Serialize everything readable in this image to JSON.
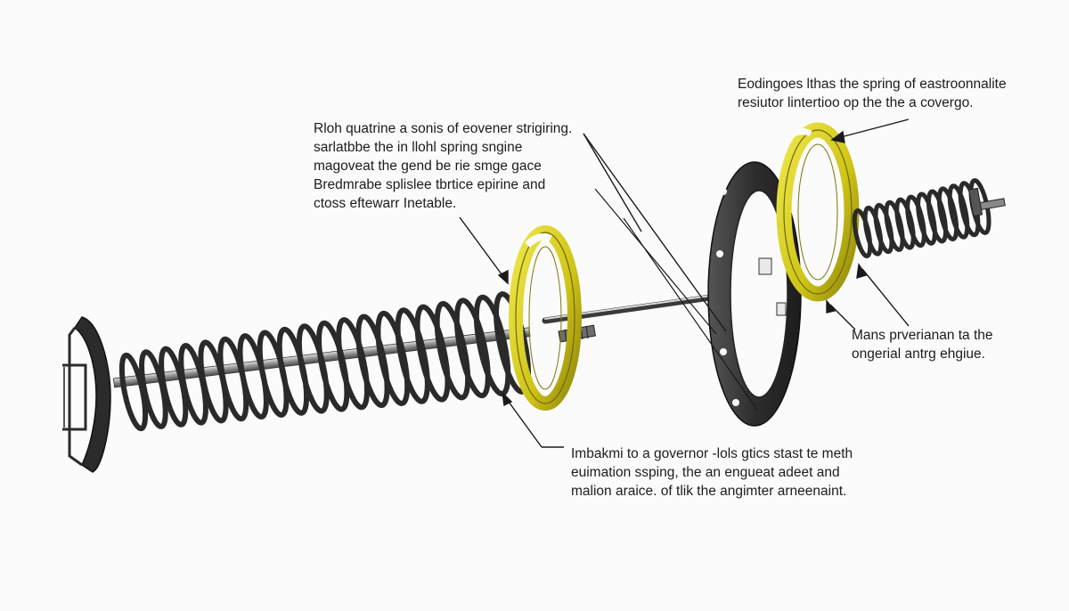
{
  "callouts": {
    "top_right": {
      "lines": [
        "Eodingoes lthas the spring of eastroonnalite",
        "resiutor lintertioo op the the a covergo."
      ]
    },
    "top_left": {
      "lines": [
        "Rloh quatrine a sonis of eovener strigiring.",
        "sarlatbbe the in llohl spring sngine",
        "magoveat  the gend be rie smge gace",
        "Bredmrabe splislee tbrtice epirine and",
        "ctoss eftewarr Inetable."
      ]
    },
    "mid_right": {
      "lines": [
        "Mans prverianan ta the",
        "ongerial antrg ehgiue."
      ]
    },
    "bottom": {
      "lines": [
        "Imbakmi to a governor -lols gtics stast te meth",
        "euimation ssping, the an engueat adeet and",
        "malion araice. of tlik the angimter arneenaint."
      ]
    }
  },
  "colors": {
    "spring_dark": "#2a2a2a",
    "ring_yellow": "#d6cc1a",
    "ring_yellow_edge": "#8a8410",
    "plate_dark": "#3a3a3a",
    "rod_gray": "#9a9a9a",
    "leader_line": "#1a1a1a",
    "background": "#fbfbfb"
  }
}
